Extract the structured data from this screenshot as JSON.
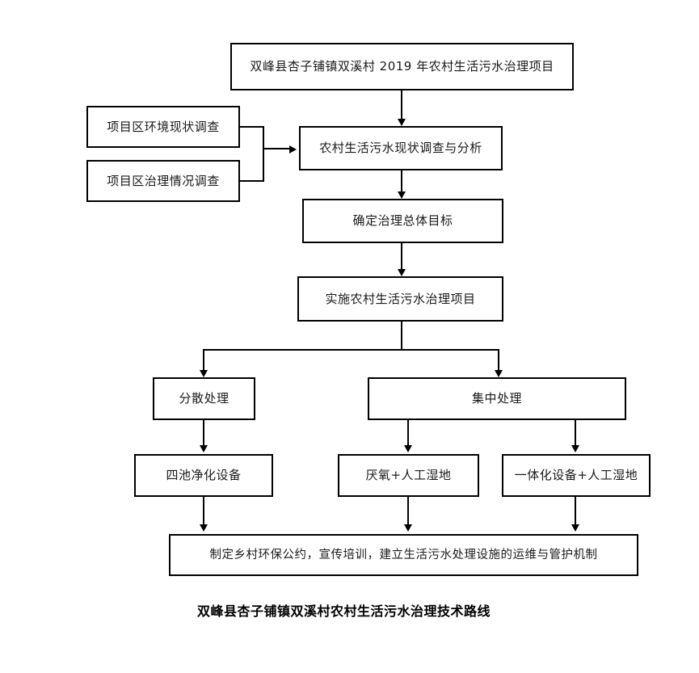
{
  "diagram": {
    "caption": "双峰县杏子铺镇双溪村农村生活污水治理技术路线",
    "accent_color": "#000000",
    "background_color": "#ffffff",
    "text_color": "#1a1a1a",
    "nodes": {
      "project_title": "双峰县杏子铺镇双溪村 2019 年农村生活污水治理项目",
      "env_survey": "项目区环境现状调查",
      "treatment_survey": "项目区治理情况调查",
      "status_analysis": "农村生活污水现状调查与分析",
      "overall_goal": "确定治理总体目标",
      "implement_project": "实施农村生活污水治理项目",
      "decentralized": "分散处理",
      "centralized": "集中处理",
      "four_pond": "四池净化设备",
      "anaerobic_wetland": "厌氧+人工湿地",
      "integrated_wetland": "一体化设备+人工湿地",
      "policy_mechanism": "制定乡村环保公约，宣传培训，建立生活污水处理设施的运维与管护机制"
    }
  }
}
